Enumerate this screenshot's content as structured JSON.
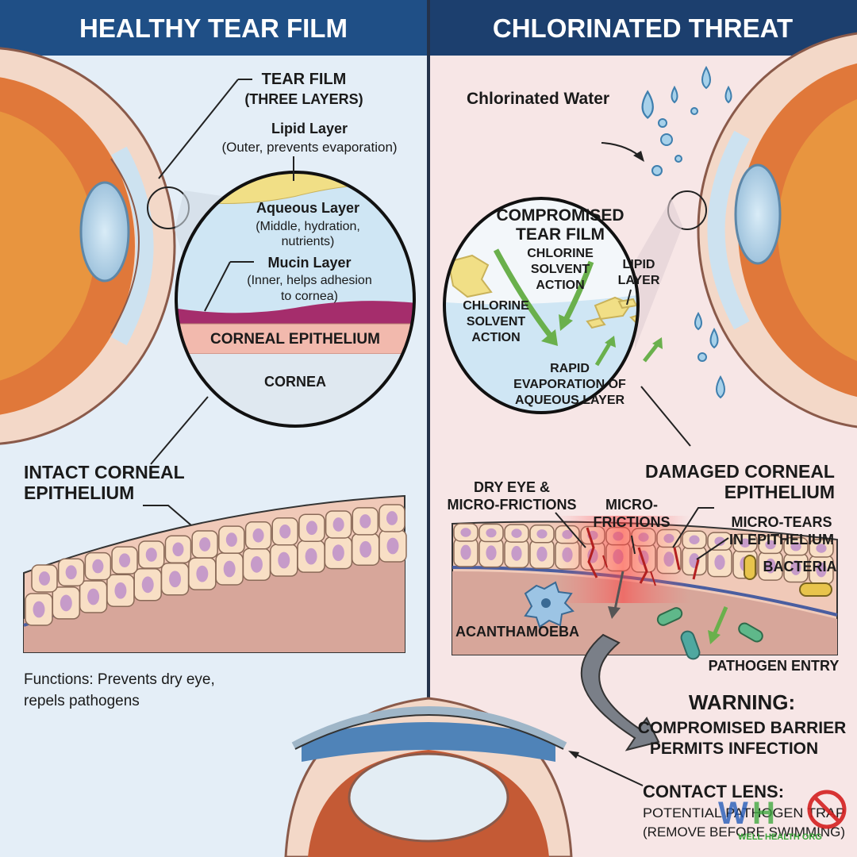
{
  "left_panel": {
    "header": "HEALTHY TEAR FILM",
    "tear_film_title": [
      "TEAR FILM",
      "(THREE LAYERS)"
    ],
    "lipid_title": "Lipid Layer",
    "lipid_desc": "(Outer, prevents evaporation)",
    "aqueous_title": "Aqueous Layer",
    "aqueous_desc": [
      "(Middle, hydration,",
      "nutrients)"
    ],
    "mucin_title": "Mucin Layer",
    "mucin_desc": [
      "(Inner, helps adhesion",
      "to cornea)"
    ],
    "epithelium_label": "CORNEAL EPITHELIUM",
    "cornea_label": "CORNEA",
    "intact_title": [
      "INTACT CORNEAL",
      "EPITHELIUM"
    ],
    "functions": [
      "Functions: Prevents dry eye,",
      "repels pathogens"
    ]
  },
  "right_panel": {
    "header": "CHLORINATED THREAT",
    "water_label": "Chlorinated Water",
    "compromised_title": [
      "COMPROMISED",
      "TEAR FILM"
    ],
    "chlorine_action_top": [
      "CHLORINE",
      "SOLVENT",
      "ACTION"
    ],
    "chlorine_action_left": [
      "CHLORINE",
      "SOLVENT",
      "ACTION"
    ],
    "lipid_layer": [
      "LIPID",
      "LAYER"
    ],
    "rapid_evap": [
      "RAPID",
      "EVAPORATION OF",
      "AQUEOUS LAYER"
    ],
    "damaged_title": [
      "DAMAGED CORNEAL",
      "EPITHELIUM"
    ],
    "dry_eye": [
      "DRY EYE &",
      "MICRO-FRICTIONS"
    ],
    "micro_frictions": [
      "MICRO-",
      "FRICTIONS"
    ],
    "micro_tears": [
      "MICRO-TEARS",
      "IN EPITHELIUM"
    ],
    "bacteria": "BACTERIA",
    "acanthamoeba": "ACANTHAMOEBA",
    "pathogen_entry": "PATHOGEN ENTRY",
    "warning_title": "WARNING:",
    "warning_text": [
      "COMPROMISED BARRIER",
      "PERMITS INFECTION"
    ],
    "contact_title": "CONTACT LENS:",
    "contact_text": [
      "POTENTIAL PATHOGEN TRAP",
      "(REMOVE BEFORE SWIMMING)"
    ],
    "watermark": "WELL HEALTH ORG"
  },
  "colors": {
    "header_left": "#1f4f86",
    "header_right": "#1c3f6e",
    "left_bg": "#e4eef7",
    "right_bg": "#f7e6e6",
    "lipid": "#f1df86",
    "aqueous": "#cfe6f4",
    "mucin": "#a52d6c",
    "epithelium": "#f2b9ad",
    "cornea": "#dfe8f0",
    "cell": "#f8dfc5",
    "nucleus": "#c69bc9",
    "arrow_green": "#6ab04c"
  }
}
